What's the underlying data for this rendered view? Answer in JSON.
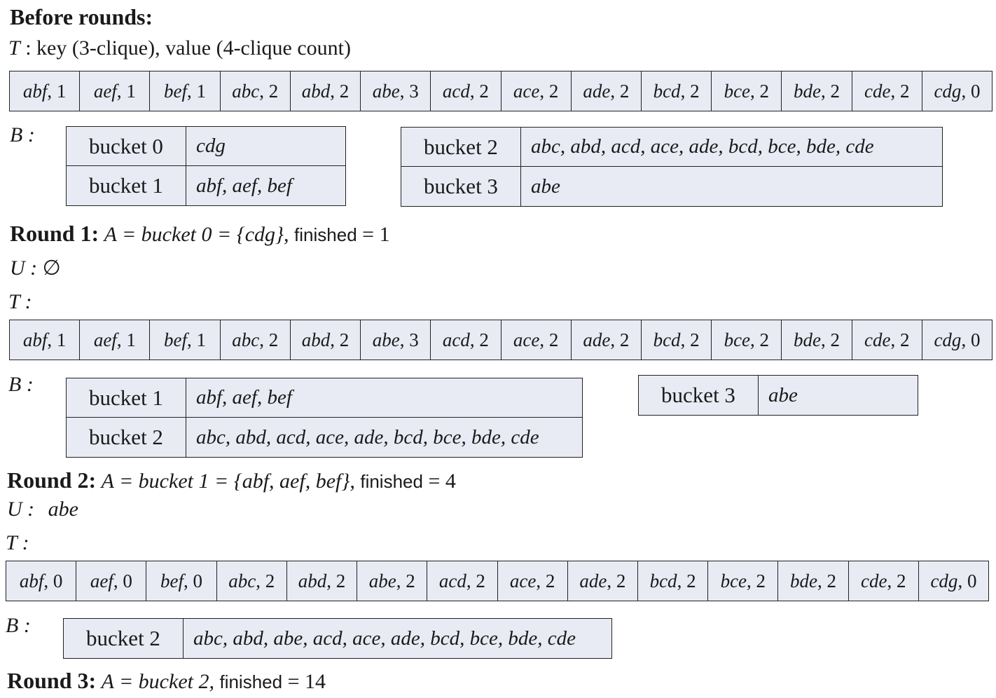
{
  "before": {
    "heading": "Before rounds:",
    "t_label": "T",
    "t_desc": ": key (3-clique), value (4-clique count)",
    "t_cells": [
      {
        "key": "abf",
        "val": "1"
      },
      {
        "key": "aef",
        "val": "1"
      },
      {
        "key": "bef",
        "val": "1"
      },
      {
        "key": "abc",
        "val": "2"
      },
      {
        "key": "abd",
        "val": "2"
      },
      {
        "key": "abe",
        "val": "3"
      },
      {
        "key": "acd",
        "val": "2"
      },
      {
        "key": "ace",
        "val": "2"
      },
      {
        "key": "ade",
        "val": "2"
      },
      {
        "key": "bcd",
        "val": "2"
      },
      {
        "key": "bce",
        "val": "2"
      },
      {
        "key": "bde",
        "val": "2"
      },
      {
        "key": "cde",
        "val": "2"
      },
      {
        "key": "cdg",
        "val": "0"
      }
    ],
    "b_label": "B :",
    "buckets_left": [
      {
        "name": "bucket 0",
        "items": "cdg"
      },
      {
        "name": "bucket 1",
        "items": "abf, aef, bef"
      }
    ],
    "buckets_right": [
      {
        "name": "bucket 2",
        "items": "abc, abd, acd, ace, ade, bcd, bce, bde, cde"
      },
      {
        "name": "bucket 3",
        "items": "abe"
      }
    ]
  },
  "round1": {
    "label": "Round 1:",
    "a_expr": "A = bucket 0 = {cdg},",
    "finished_word": "finished",
    "finished_val": "= 1",
    "u_label": "U :",
    "u_val": "∅",
    "t_label": "T :",
    "t_cells": [
      {
        "key": "abf",
        "val": "1"
      },
      {
        "key": "aef",
        "val": "1"
      },
      {
        "key": "bef",
        "val": "1"
      },
      {
        "key": "abc",
        "val": "2"
      },
      {
        "key": "abd",
        "val": "2"
      },
      {
        "key": "abe",
        "val": "3"
      },
      {
        "key": "acd",
        "val": "2"
      },
      {
        "key": "ace",
        "val": "2"
      },
      {
        "key": "ade",
        "val": "2"
      },
      {
        "key": "bcd",
        "val": "2"
      },
      {
        "key": "bce",
        "val": "2"
      },
      {
        "key": "bde",
        "val": "2"
      },
      {
        "key": "cde",
        "val": "2"
      },
      {
        "key": "cdg",
        "val": "0"
      }
    ],
    "b_label": "B :",
    "buckets_left": [
      {
        "name": "bucket 1",
        "items": "abf, aef, bef"
      },
      {
        "name": "bucket 2",
        "items": "abc, abd, acd, ace, ade, bcd, bce, bde, cde"
      }
    ],
    "buckets_right": [
      {
        "name": "bucket 3",
        "items": "abe"
      }
    ]
  },
  "round2": {
    "label": "Round 2:",
    "a_expr": "A = bucket 1 = {abf, aef, bef},",
    "finished_word": "finished",
    "finished_val": "= 4",
    "u_label": "U :",
    "u_val": "abe",
    "t_label": "T :",
    "t_cells": [
      {
        "key": "abf",
        "val": "0"
      },
      {
        "key": "aef",
        "val": "0"
      },
      {
        "key": "bef",
        "val": "0"
      },
      {
        "key": "abc",
        "val": "2"
      },
      {
        "key": "abd",
        "val": "2"
      },
      {
        "key": "abe",
        "val": "2"
      },
      {
        "key": "acd",
        "val": "2"
      },
      {
        "key": "ace",
        "val": "2"
      },
      {
        "key": "ade",
        "val": "2"
      },
      {
        "key": "bcd",
        "val": "2"
      },
      {
        "key": "bce",
        "val": "2"
      },
      {
        "key": "bde",
        "val": "2"
      },
      {
        "key": "cde",
        "val": "2"
      },
      {
        "key": "cdg",
        "val": "0"
      }
    ],
    "b_label": "B :",
    "buckets": [
      {
        "name": "bucket 2",
        "items": "abc, abd, abe, acd, ace, ade, bcd, bce, bde, cde"
      }
    ]
  },
  "round3": {
    "label": "Round 3:",
    "a_expr": "A = bucket 2,",
    "finished_word": "finished",
    "finished_val": "= 14"
  }
}
